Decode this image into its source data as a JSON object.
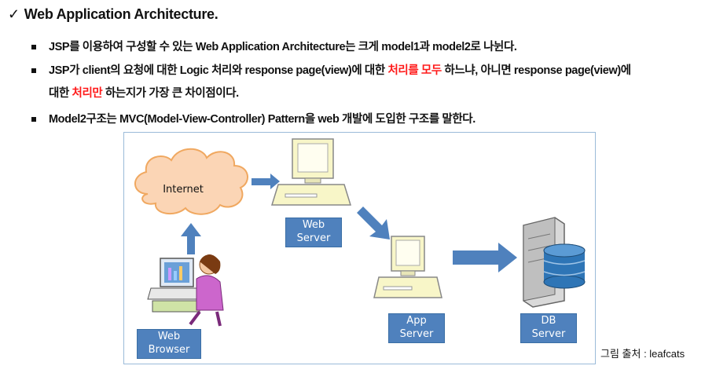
{
  "heading": {
    "check": "✓",
    "text": "Web Application Architecture."
  },
  "bullets": [
    {
      "text": "JSP를 이용하여 구성할 수 있는 Web Application Architecture는 크게 model1과 model2로 나뉜다."
    },
    {
      "part1": "JSP가 client의 요청에 대한 Logic 처리와 response page(view)에 대한 ",
      "red1": "처리를 모두",
      "part2": " 하느냐, 아니면 response page(view)에",
      "part3": "대한 ",
      "red2": "처리만",
      "part4": " 하는지가 가장 큰 차이점이다."
    },
    {
      "text": "Model2구조는 MVC(Model-View-Controller) Pattern을 web 개발에 도입한 구조를 말한다."
    }
  ],
  "diagram": {
    "internet_label": "Internet",
    "web_browser": [
      "Web",
      "Browser"
    ],
    "web_server": [
      "Web",
      "Server"
    ],
    "app_server": [
      "App",
      "Server"
    ],
    "db_server": [
      "DB",
      "Server"
    ]
  },
  "caption": "그림 출처 : leafcats",
  "colors": {
    "accent": "#ff1a1a",
    "label_bg": "#4f81bd",
    "arrow": "#4f81bd",
    "cloud": "#fbd5b5"
  }
}
